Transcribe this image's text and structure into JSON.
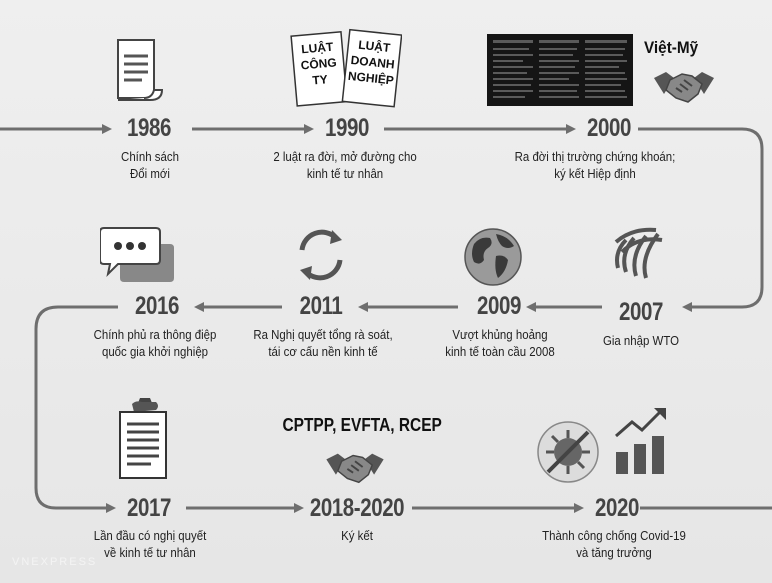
{
  "milestones": [
    {
      "year": "1986",
      "lines": [
        "Chính sách",
        "Đổi mới"
      ]
    },
    {
      "year": "1990",
      "lines": [
        "2 luật ra đời, mở đường cho",
        "kinh tế tư nhân"
      ]
    },
    {
      "year": "2000",
      "lines": [
        "Ra đời thị trường chứng khoán;",
        "ký kết Hiệp định"
      ]
    },
    {
      "year": "2007",
      "lines": [
        "Gia nhập WTO"
      ]
    },
    {
      "year": "2009",
      "lines": [
        "Vượt khủng hoảng",
        "kinh tế toàn cầu 2008"
      ]
    },
    {
      "year": "2011",
      "lines": [
        "Ra Nghị quyết tổng rà soát,",
        "tái cơ cấu nền kinh tế"
      ]
    },
    {
      "year": "2016",
      "lines": [
        "Chính phủ ra thông điệp",
        "quốc gia khởi nghiệp"
      ]
    },
    {
      "year": "2017",
      "lines": [
        "Lần đầu có nghị quyết",
        "về kinh tế tư nhân"
      ]
    },
    {
      "year": "2018-2020",
      "lines": [
        "Ký kết"
      ]
    },
    {
      "year": "2020",
      "lines": [
        "Thành công chống Covid-19",
        "và tăng trưởng"
      ]
    }
  ],
  "documents": {
    "left": [
      "LUẬT",
      "CÔNG",
      "TY"
    ],
    "right": [
      "LUẬT",
      "DOANH",
      "NGHIỆP"
    ]
  },
  "viet_my_label": "Việt-Mỹ",
  "trade_deals_label": "CPTPP, EVFTA, RCEP",
  "watermark": "VNEXPRESS",
  "colors": {
    "line": "#6e6e6e",
    "text": "#222222",
    "year": "#444444",
    "background": "#e9e9e9"
  },
  "icons": [
    "document-icon",
    "law-books-icon",
    "stock-board-icon",
    "handshake-icon",
    "wto-logo-icon",
    "globe-icon",
    "refresh-cycle-icon",
    "chat-bubble-icon",
    "resolution-paper-icon",
    "virus-icon",
    "growth-chart-icon"
  ]
}
